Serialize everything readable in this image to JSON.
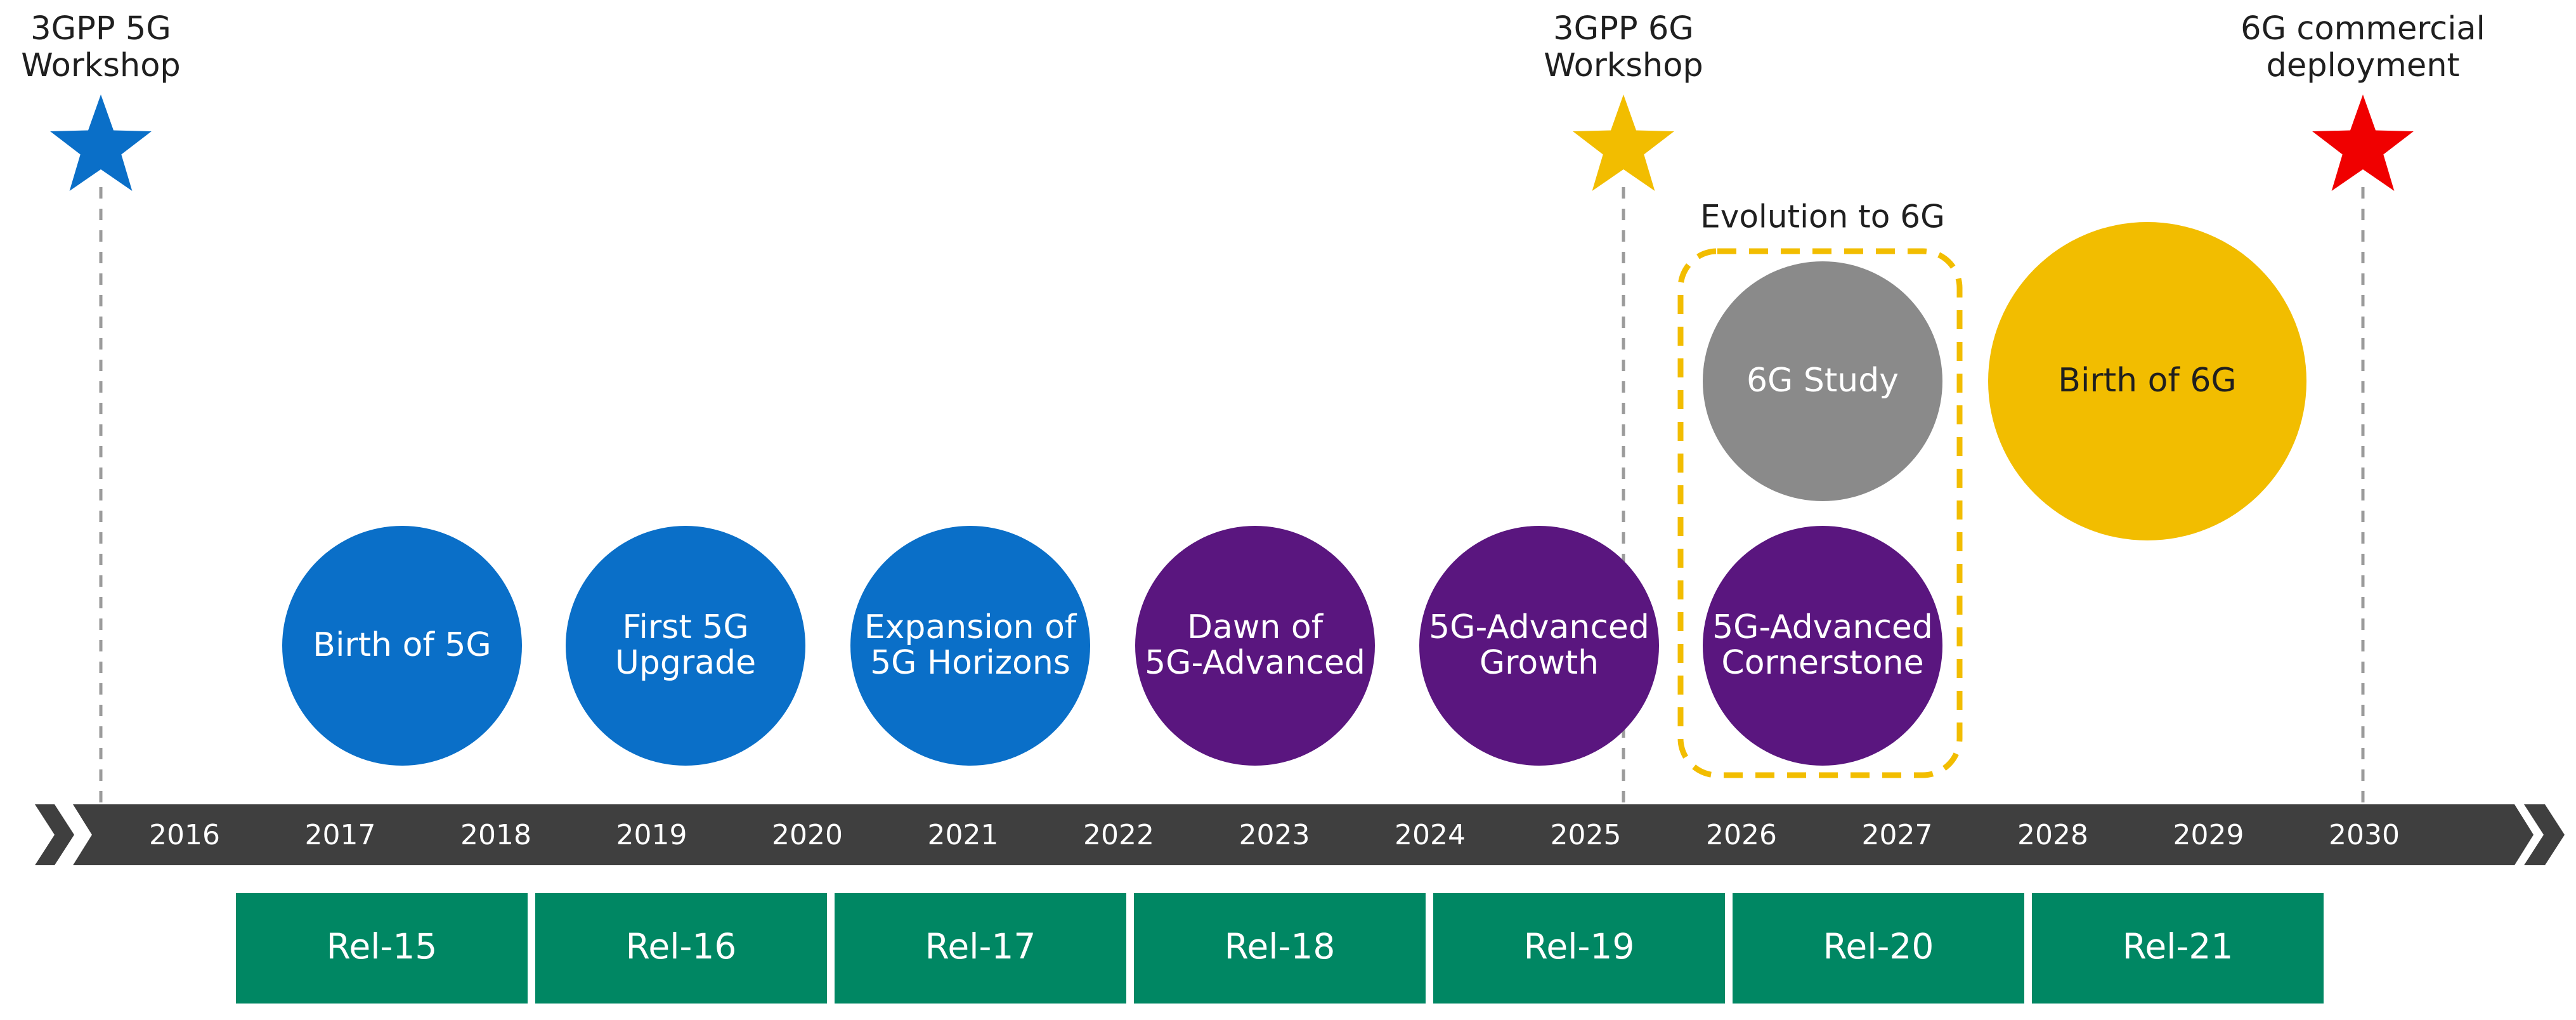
{
  "colors": {
    "blue": "#0A6FC8",
    "purple": "#5A167F",
    "gray": "#8A8A8A",
    "gold": "#F2BD00",
    "red": "#F00000",
    "timeline": "#3F3F3F",
    "release": "#008763",
    "dashed_line": "#9B9B9B",
    "evolution_border": "#F2BD00"
  },
  "milestones": [
    {
      "lines": [
        "3GPP 5G",
        "Workshop"
      ],
      "icon": "star-icon",
      "color": "#0A6FC8"
    },
    {
      "lines": [
        "3GPP 6G",
        "Workshop"
      ],
      "icon": "star-icon",
      "color": "#F2BD00"
    },
    {
      "lines": [
        "6G commercial",
        "deployment"
      ],
      "icon": "star-icon",
      "color": "#F00000"
    }
  ],
  "phases": [
    {
      "lines": [
        "Birth of 5G"
      ],
      "color": "#0A6FC8",
      "text_color": "#ffffff"
    },
    {
      "lines": [
        "First 5G",
        "Upgrade"
      ],
      "color": "#0A6FC8",
      "text_color": "#ffffff"
    },
    {
      "lines": [
        "Expansion of",
        "5G Horizons"
      ],
      "color": "#0A6FC8",
      "text_color": "#ffffff"
    },
    {
      "lines": [
        "Dawn of",
        "5G-Advanced"
      ],
      "color": "#5A167F",
      "text_color": "#ffffff"
    },
    {
      "lines": [
        "5G-Advanced",
        "Growth"
      ],
      "color": "#5A167F",
      "text_color": "#ffffff"
    },
    {
      "lines": [
        "5G-Advanced",
        "Cornerstone"
      ],
      "color": "#5A167F",
      "text_color": "#ffffff"
    },
    {
      "lines": [
        "6G Study"
      ],
      "color": "#8A8A8A",
      "text_color": "#ffffff"
    },
    {
      "lines": [
        "Birth of 6G"
      ],
      "color": "#F2BD00",
      "text_color": "#1f1f1f"
    }
  ],
  "evolution_label": "Evolution to 6G",
  "years": [
    "2016",
    "2017",
    "2018",
    "2019",
    "2020",
    "2021",
    "2022",
    "2023",
    "2024",
    "2025",
    "2026",
    "2027",
    "2028",
    "2029",
    "2030"
  ],
  "releases": [
    "Rel-15",
    "Rel-16",
    "Rel-17",
    "Rel-18",
    "Rel-19",
    "Rel-20",
    "Rel-21"
  ]
}
